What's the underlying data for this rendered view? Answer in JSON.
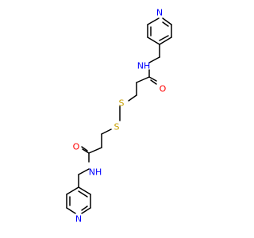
{
  "molecule": {
    "atoms": [
      {
        "id": "N_pyr_top",
        "label": "N",
        "color": "#0000ff"
      },
      {
        "id": "N_amide_top",
        "label": "NH",
        "color": "#0000ff"
      },
      {
        "id": "O_top",
        "label": "O",
        "color": "#ff0000"
      },
      {
        "id": "S_1",
        "label": "S",
        "color": "#c8a000"
      },
      {
        "id": "S_2",
        "label": "S",
        "color": "#c8a000"
      },
      {
        "id": "O_bottom",
        "label": "O",
        "color": "#ff0000"
      },
      {
        "id": "N_amide_bottom",
        "label": "NH",
        "color": "#0000ff"
      },
      {
        "id": "N_pyr_bottom",
        "label": "N",
        "color": "#0000ff"
      }
    ]
  }
}
